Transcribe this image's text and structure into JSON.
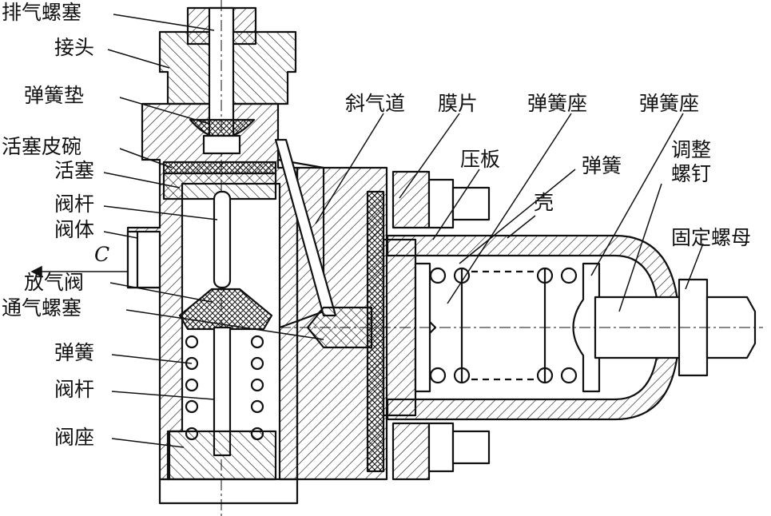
{
  "labels": {
    "exhaust_plug": "排气螺塞",
    "joint": "接头",
    "spring_washer": "弹簧垫",
    "piston_cup": "活塞皮碗",
    "piston": "活塞",
    "valve_stem_top": "阀杆",
    "valve_body": "阀体",
    "port_c": "C",
    "bleed_valve": "放气阀",
    "vent_plug": "通气螺塞",
    "spring_left": "弹簧",
    "valve_stem_bottom": "阀杆",
    "valve_seat": "阀座",
    "inclined_passage": "斜气道",
    "diaphragm": "膜片",
    "spring_seat_1": "弹簧座",
    "spring_seat_2": "弹簧座",
    "pressure_plate": "压板",
    "spring_right": "弹簧",
    "shell": "壳",
    "adjust_screw_line1": "调整",
    "adjust_screw_line2": "螺钉",
    "lock_nut": "固定螺母"
  },
  "colors": {
    "line": "#111111",
    "background": "#ffffff"
  }
}
